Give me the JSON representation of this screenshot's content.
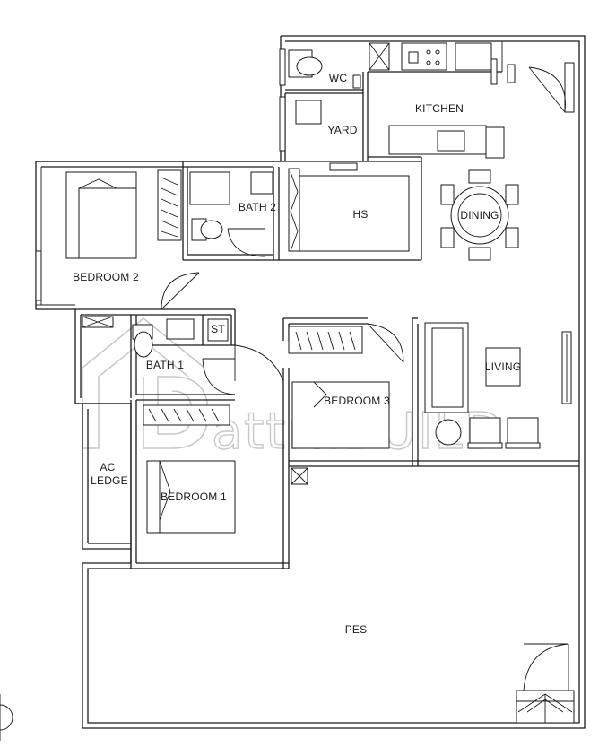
{
  "colors": {
    "line": "#1a1a1a",
    "background": "#ffffff",
    "watermark": "#c9c9c9"
  },
  "rooms": {
    "wc": "WC",
    "yard": "YARD",
    "kitchen": "KITCHEN",
    "bath2": "BATH 2",
    "hs": "HS",
    "dining": "DINING",
    "bedroom2": "BEDROOM 2",
    "st": "ST",
    "bath1": "BATH 1",
    "bedroom3": "BEDROOM 3",
    "living": "LIVING",
    "ac_ledge_line1": "AC",
    "ac_ledge_line2": "LEDGE",
    "bedroom1": "BEDROOM 1",
    "pes": "PES"
  },
  "watermark": {
    "text": "attri.BUILD"
  },
  "icons": {
    "north_arrow": "north-arrow-icon",
    "watermark_logo": "house-logo-icon"
  }
}
